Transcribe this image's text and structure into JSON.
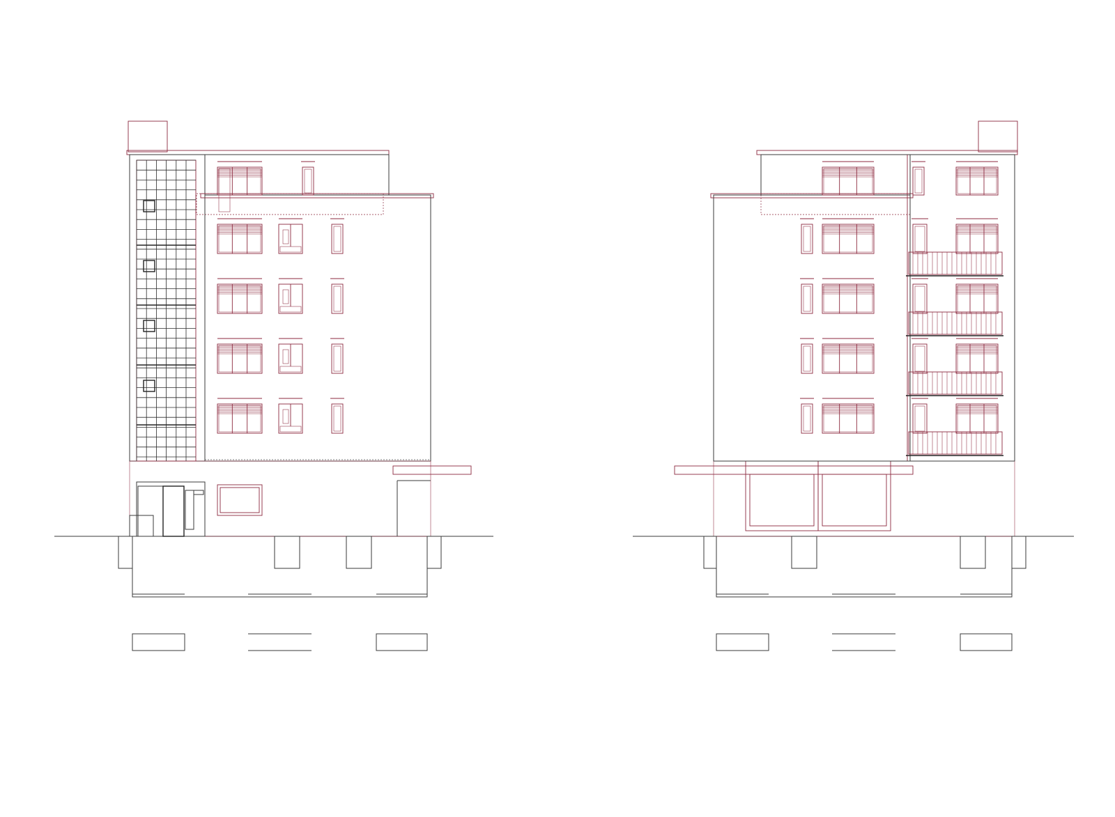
{
  "drawing": {
    "kind": "building-elevations",
    "views": [
      {
        "id": "elevation-left",
        "floors_upper": 5,
        "features": [
          "tiled-stair-tower",
          "ground-floor-entrance",
          "canopy",
          "shop-window"
        ]
      },
      {
        "id": "elevation-right",
        "floors_upper": 5,
        "features": [
          "stacked-balconies",
          "ground-floor-shopfronts",
          "canopy"
        ]
      }
    ],
    "colors": {
      "background": "#ffffff",
      "black_line": "#3a3a3a",
      "red_line": "#8c2a3f",
      "hatch": "#cfcfcf"
    }
  }
}
